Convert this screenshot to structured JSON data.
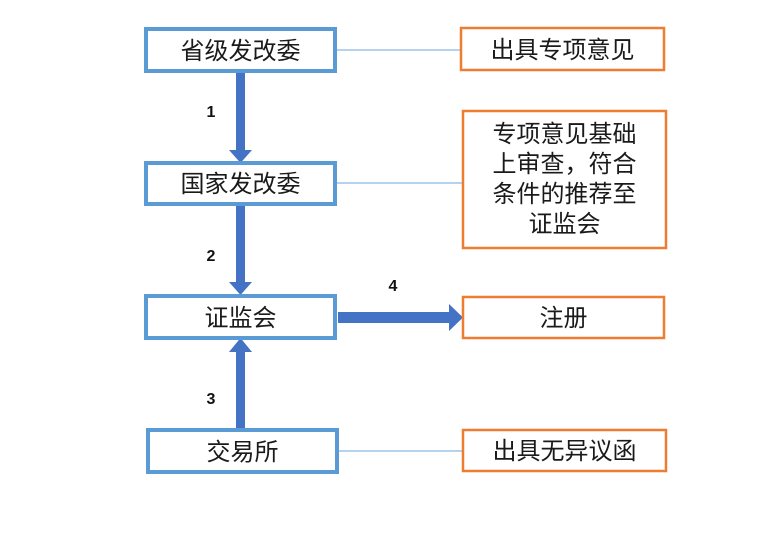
{
  "colors": {
    "blue_box": "#5b9bd5",
    "orange_box": "#ed7d31",
    "arrow": "#4472c4",
    "connector": "#9dc3e6"
  },
  "nodes": {
    "provincial_ndrc": "省级发改委",
    "national_ndrc": "国家发改委",
    "csrc": "证监会",
    "exchange": "交易所"
  },
  "notes": {
    "special_opinion": "出具专项意见",
    "review_lines": [
      "专项意见基础",
      "上审查，符合",
      "条件的推荐至",
      "证监会"
    ],
    "registration": "注册",
    "no_objection": "出具无异议函"
  },
  "steps": {
    "step1": "1",
    "step2": "2",
    "step3": "3",
    "step4": "4"
  }
}
